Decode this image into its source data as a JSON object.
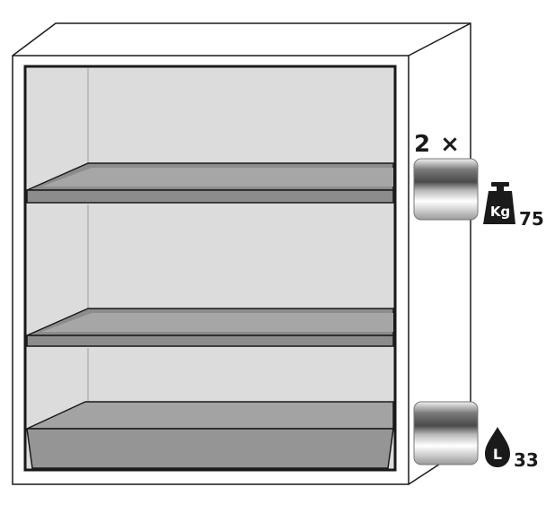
{
  "diagram": {
    "shelf_count_label": "2 ×",
    "weight_badge_text": "Kg",
    "weight_capacity": "75",
    "volume_badge_text": "L",
    "volume_capacity": "33"
  },
  "colors": {
    "outline": "#1a1a1a",
    "cabinet_body": "#ffffff",
    "interior": "#dcdcdc",
    "shelf": "#8c8c8c",
    "sump": "#959595",
    "icon": "#1a1a1a"
  },
  "icons": [
    "weight-icon",
    "drop-icon"
  ]
}
